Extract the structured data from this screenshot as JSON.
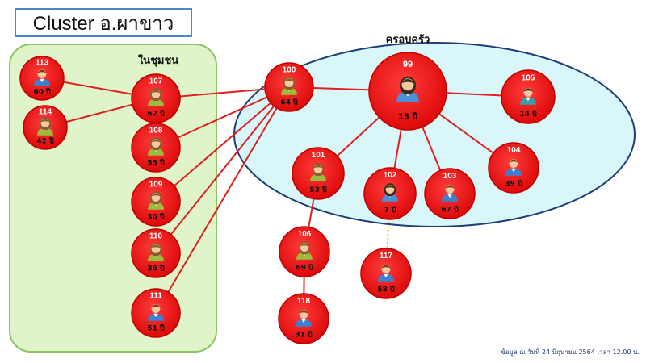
{
  "title": "Cluster อ.ผาขาว",
  "groups": {
    "community": "ในชุมชน",
    "family": "ครอบครัว"
  },
  "footer": "ข้อมูล ณ วันที่ 24 มิถุนายน 2564 เวลา 12.00 น.",
  "colors": {
    "node_fill": "#ee1111",
    "edge": "#dd2020",
    "community_fill": "#dff5c9",
    "community_border": "#8cc560",
    "family_fill": "#d9f6f8",
    "family_border": "#1f3e7a",
    "title_border": "#4f86c6"
  },
  "nodes": [
    {
      "id": "113",
      "age": "60 ปี",
      "icon": "male-person-icon"
    },
    {
      "id": "114",
      "age": "42 ปี",
      "icon": "female-person-icon"
    },
    {
      "id": "107",
      "age": "62 ปี",
      "icon": "female-person-icon"
    },
    {
      "id": "108",
      "age": "55 ปี",
      "icon": "female-person-icon"
    },
    {
      "id": "109",
      "age": "30 ปี",
      "icon": "female-person-icon"
    },
    {
      "id": "110",
      "age": "36 ปี",
      "icon": "female-person-icon"
    },
    {
      "id": "111",
      "age": "51 ปี",
      "icon": "male-person-icon"
    },
    {
      "id": "100",
      "age": "64 ปี",
      "icon": "female-person-icon"
    },
    {
      "id": "99",
      "age": "13 ปี",
      "icon": "girl-person-icon"
    },
    {
      "id": "105",
      "age": "14 ปี",
      "icon": "boy-person-icon"
    },
    {
      "id": "101",
      "age": "53 ปี",
      "icon": "female-person-icon"
    },
    {
      "id": "102",
      "age": "7 ปี",
      "icon": "girl-person-icon"
    },
    {
      "id": "103",
      "age": "67 ปี",
      "icon": "male-person-icon"
    },
    {
      "id": "104",
      "age": "39 ปี",
      "icon": "male-person-icon"
    },
    {
      "id": "106",
      "age": "69 ปี",
      "icon": "female-person-icon"
    },
    {
      "id": "117",
      "age": "58 ปี",
      "icon": "male-person-icon"
    },
    {
      "id": "118",
      "age": "31 ปี",
      "icon": "male-person-icon"
    }
  ],
  "edges": [
    {
      "from": "113",
      "to": "107",
      "style": "solid"
    },
    {
      "from": "114",
      "to": "107",
      "style": "solid"
    },
    {
      "from": "107",
      "to": "100",
      "style": "solid"
    },
    {
      "from": "108",
      "to": "100",
      "style": "solid"
    },
    {
      "from": "109",
      "to": "100",
      "style": "solid"
    },
    {
      "from": "110",
      "to": "100",
      "style": "solid"
    },
    {
      "from": "111",
      "to": "100",
      "style": "solid"
    },
    {
      "from": "100",
      "to": "99",
      "style": "solid"
    },
    {
      "from": "99",
      "to": "105",
      "style": "solid"
    },
    {
      "from": "99",
      "to": "101",
      "style": "solid"
    },
    {
      "from": "99",
      "to": "102",
      "style": "solid"
    },
    {
      "from": "99",
      "to": "103",
      "style": "solid"
    },
    {
      "from": "99",
      "to": "104",
      "style": "solid"
    },
    {
      "from": "101",
      "to": "106",
      "style": "solid"
    },
    {
      "from": "106",
      "to": "118",
      "style": "solid"
    },
    {
      "from": "102",
      "to": "117",
      "style": "dotted"
    }
  ]
}
